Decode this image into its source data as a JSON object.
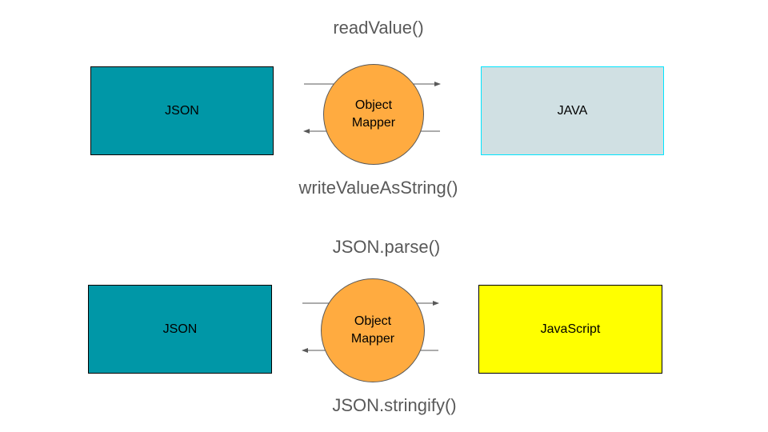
{
  "top": {
    "method_top": "readValue()",
    "method_bottom": "writeValueAsString()",
    "left_box": {
      "label": "JSON",
      "color": "#0097a7"
    },
    "right_box": {
      "label": "JAVA",
      "color": "#d0e0e3",
      "border": "#00e5ff"
    },
    "mapper": {
      "line1": "Object",
      "line2": "Mapper",
      "color": "#ffab40"
    }
  },
  "bottom": {
    "method_top": "JSON.parse()",
    "method_bottom": "JSON.stringify()",
    "left_box": {
      "label": "JSON",
      "color": "#0097a7"
    },
    "right_box": {
      "label": "JavaScript",
      "color": "#ffff00"
    },
    "mapper": {
      "line1": "Object",
      "line2": "Mapper",
      "color": "#ffab40"
    }
  }
}
